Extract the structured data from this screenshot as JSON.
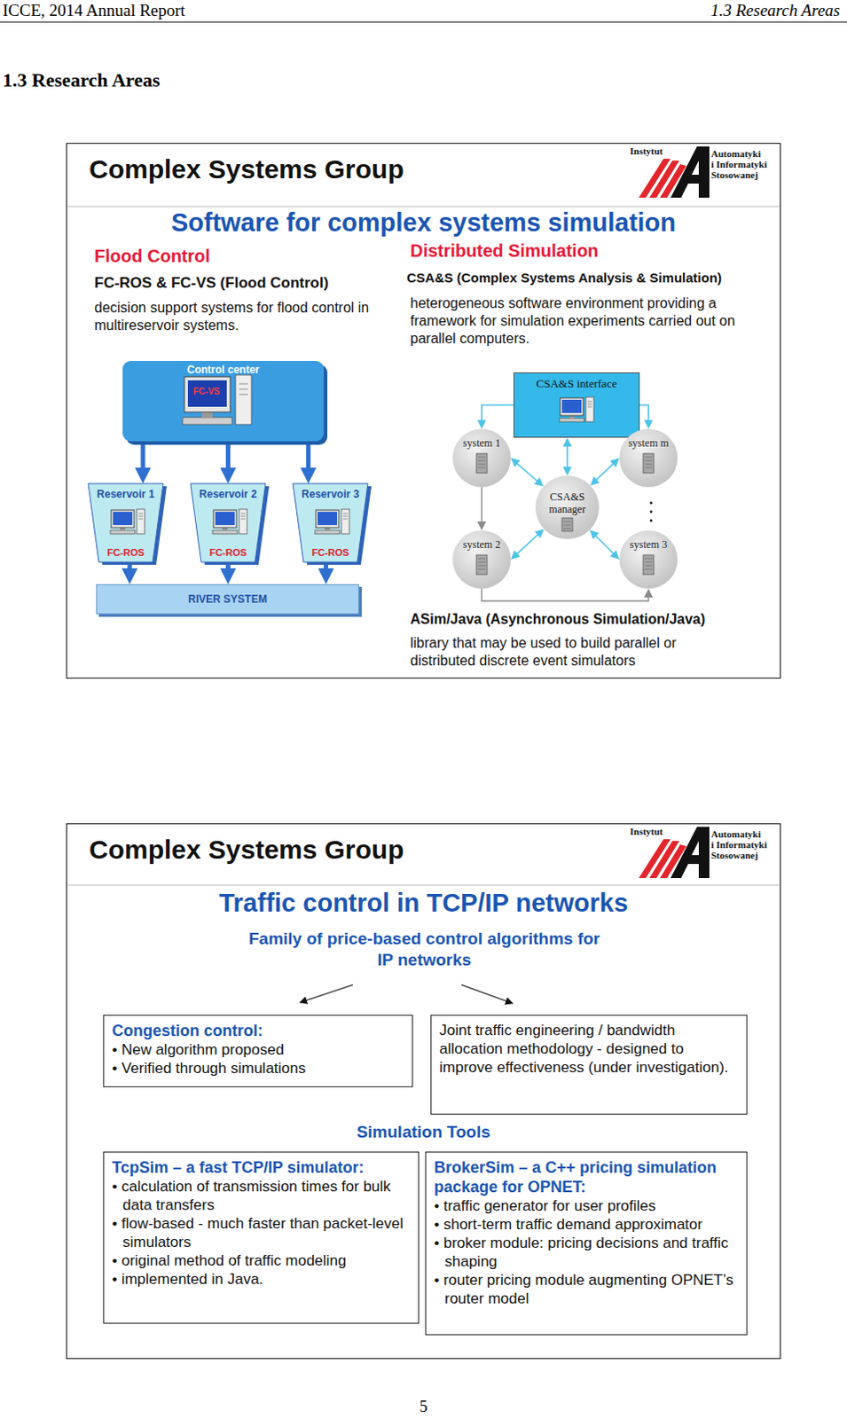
{
  "diagram": {
    "title": "1.3 Research Areas",
    "nodes": [
      {
        "text": [
          "Complex Systems Group",
          "Software for complex systems simulation",
          "Flood Control",
          "FC-ROS & FC-VS (Flood Control)",
          "decision support systems for flood control in multireservoir systems.",
          "Distributed Simulation",
          "CSA&S (Complex Systems Analysis & Simulation)",
          "heterogeneous software environment providing a framework for simulation experiments carried out on parallel computers.",
          "ASim/Java (Asynchronous Simulation/Java)",
          "library that may be used to build parallel or distributed discrete event simulators"
        ]
      },
      {
        "text": [
          "Control center"
        ],
        "in": 0
      },
      {
        "text": [
          "Reservoir 1",
          "FC-ROS"
        ],
        "in": 0
      },
      {
        "text": [
          "Reservoir 2",
          "FC-ROS"
        ],
        "in": 0
      },
      {
        "text": [
          "Reservoir 3",
          "FC-ROS"
        ],
        "in": 0
      },
      {
        "text": [
          "RIVER SYSTEM"
        ],
        "in": 0
      },
      {
        "text": [
          "CSA&S interface"
        ],
        "in": 0
      },
      {
        "text": [
          "system 1"
        ],
        "in": 0
      },
      {
        "text": [
          "system m"
        ],
        "in": 0
      },
      {
        "text": [
          "CSA&S manager"
        ],
        "in": 0
      },
      {
        "text": [
          "system 2"
        ],
        "in": 0
      },
      {
        "text": [
          "system 3"
        ],
        "in": 0
      },
      {
        "text": [
          "Complex Systems Group",
          "Traffic control in TCP/IP networks",
          "Family of price-based control algorithms for IP networks",
          "Simulation Tools"
        ]
      },
      {
        "text": [
          "Congestion control:",
          "• New algorithm proposed",
          "• Verified through simulations"
        ],
        "in": 12
      },
      {
        "text": [
          "Joint traffic engineering / bandwidth allocation methodology - designed to improve effectiveness (under investigation)."
        ],
        "in": 12
      },
      {
        "text": [
          "TcpSim – a fast TCP/IP simulator:",
          "• calculation of transmission times for bulk data transfers",
          "• flow-based - much faster than packet-level simulators",
          "• original method of traffic modeling",
          "• implemented in Java."
        ],
        "in": 12
      },
      {
        "text": [
          "BrokerSim – a C++ pricing simulation package for OPNET:",
          "• traffic generator for user profiles",
          "• short-term traffic demand approximator",
          "• broker module: pricing decisions and traffic shaping",
          "• router pricing module augmenting OPNET’s router model"
        ],
        "in": 12
      }
    ],
    "edges": [
      {
        "from": 1,
        "to": 2,
        "arrow": "to"
      },
      {
        "from": 1,
        "to": 3,
        "arrow": "to"
      },
      {
        "from": 1,
        "to": 4,
        "arrow": "to"
      },
      {
        "from": 2,
        "to": 5,
        "arrow": "to"
      },
      {
        "from": 3,
        "to": 5,
        "arrow": "to"
      },
      {
        "from": 4,
        "to": 5,
        "arrow": "to"
      },
      {
        "from": 6,
        "to": 9,
        "arrow": "both"
      },
      {
        "from": 6,
        "to": 7,
        "arrow": "to"
      },
      {
        "from": 6,
        "to": 8,
        "arrow": "to"
      },
      {
        "from": 9,
        "to": 7,
        "arrow": "both"
      },
      {
        "from": 9,
        "to": 8,
        "arrow": "both"
      },
      {
        "from": 9,
        "to": 10,
        "arrow": "both"
      },
      {
        "from": 9,
        "to": 11,
        "arrow": "both"
      },
      {
        "from": 7,
        "to": 10,
        "arrow": "to"
      },
      {
        "from": 10,
        "to": 11,
        "arrow": "to"
      }
    ],
    "labels": [
      "ICCE, 2014 Annual Report",
      "1.3 Research Areas",
      "Instytut",
      "Automatyki",
      "i Informatyki",
      "Stosowanej",
      "FC-VS",
      "Instytut",
      "Automatyki",
      "i Informatyki",
      "Stosowanej",
      "5"
    ]
  }
}
